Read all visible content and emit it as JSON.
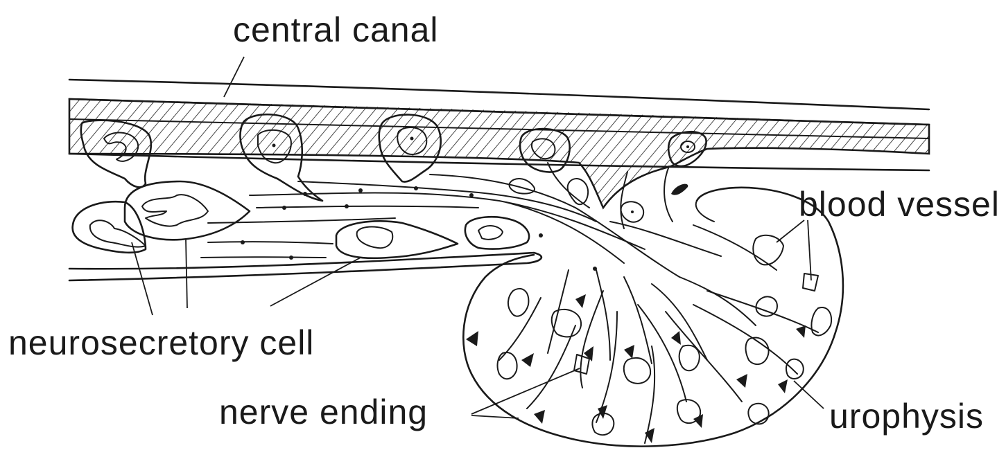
{
  "labels": {
    "central_canal": "central canal",
    "blood_vessel": "blood vessel",
    "neurosecretory_cell": "neurosecretory cell",
    "nerve_ending": "nerve ending",
    "urophysis": "urophysis"
  },
  "colors": {
    "ink": "#1a1a1a",
    "paper": "#ffffff"
  }
}
